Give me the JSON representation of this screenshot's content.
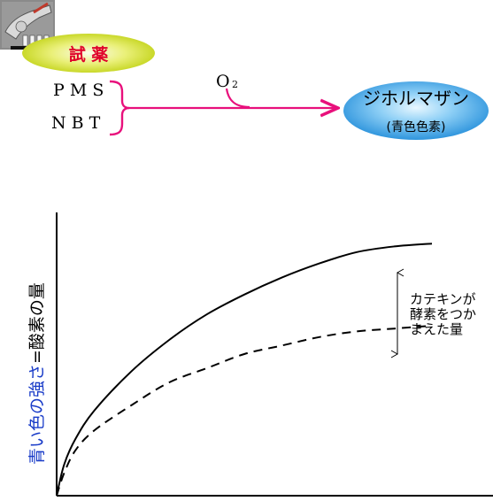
{
  "reagent_badge": {
    "label": "試 薬",
    "label_color": "#e0002a",
    "fill_color": "#e4ef6a"
  },
  "reagents": [
    "P M S",
    "N B T"
  ],
  "oxygen_label": "O",
  "oxygen_subscript": "2",
  "arrow_color": "#e8107c",
  "product": {
    "name": "ジホルマザン",
    "note": "(青色色素)",
    "fill_color": "#59b6ee"
  },
  "chart_data": {
    "type": "line",
    "xlabel": "",
    "ylabel_blue": "青い色の強さ",
    "ylabel_black": "=酸素の量",
    "ylabel_blue_color": "#1a3cc8",
    "annotation": [
      "カテキンが",
      "酵素をつか",
      "まえた量"
    ],
    "xlim": [
      0,
      1
    ],
    "ylim": [
      0,
      1
    ],
    "series": [
      {
        "style": "solid",
        "x": [
          0,
          0.02,
          0.05,
          0.1,
          0.2,
          0.3,
          0.4,
          0.5,
          0.6,
          0.7,
          0.8,
          0.9,
          1.0
        ],
        "y": [
          0,
          0.11,
          0.2,
          0.3,
          0.44,
          0.55,
          0.64,
          0.71,
          0.77,
          0.82,
          0.86,
          0.88,
          0.89
        ]
      },
      {
        "style": "dashed",
        "x": [
          0,
          0.02,
          0.05,
          0.1,
          0.2,
          0.3,
          0.4,
          0.5,
          0.6,
          0.7,
          0.8,
          0.9,
          1.0
        ],
        "y": [
          0,
          0.08,
          0.16,
          0.23,
          0.32,
          0.4,
          0.45,
          0.5,
          0.53,
          0.56,
          0.58,
          0.59,
          0.6
        ]
      }
    ]
  }
}
